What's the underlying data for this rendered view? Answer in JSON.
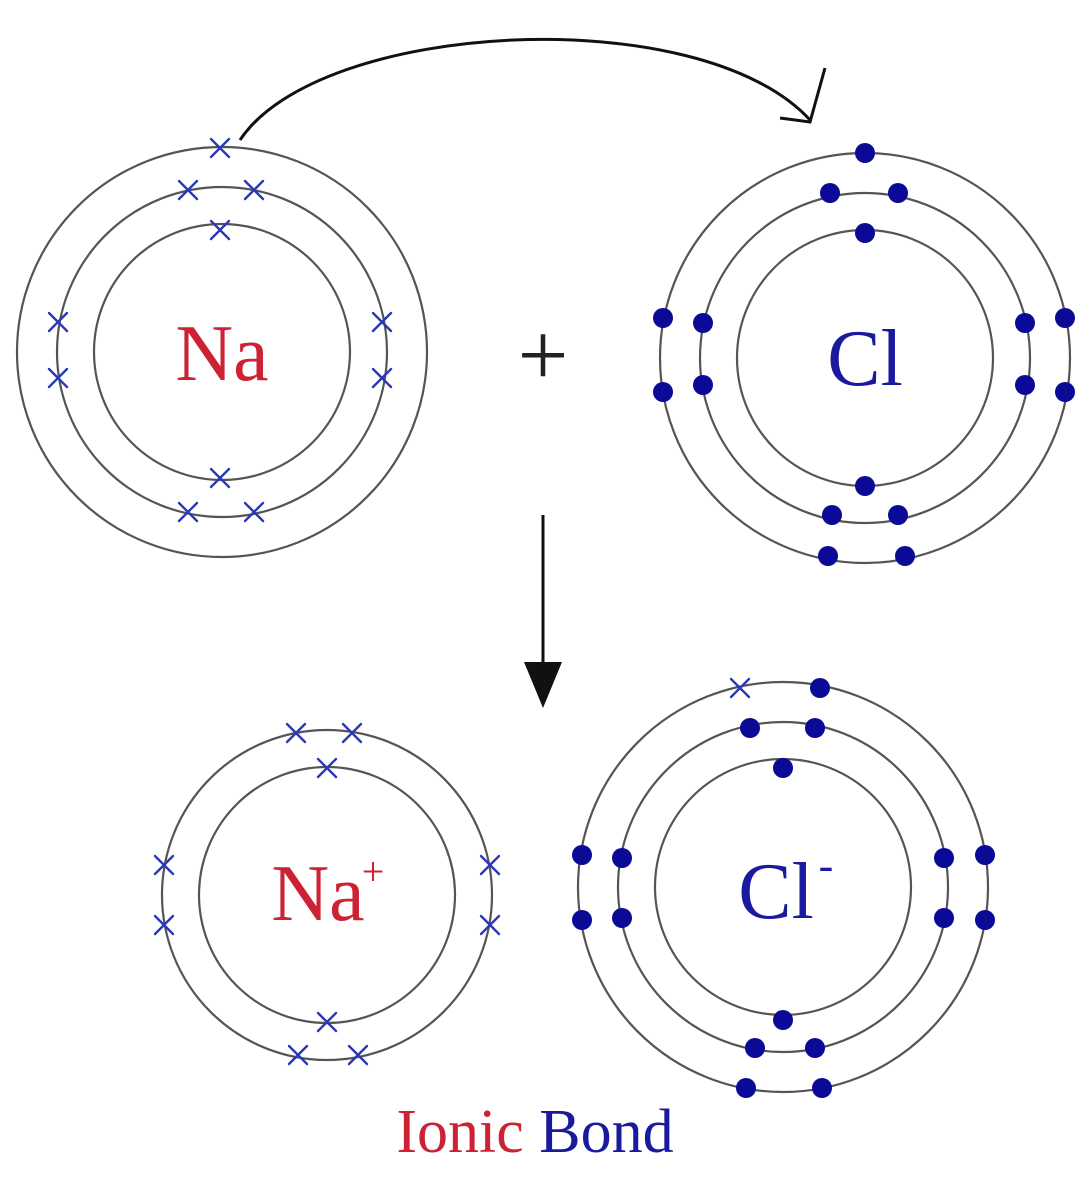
{
  "colors": {
    "sodium": "#cc2233",
    "chlorine": "#1a1a9e",
    "shell": "#555555",
    "na_electron": "#2b39b5",
    "cl_electron": "#0a0a96",
    "arrow": "#111111"
  },
  "reactants": {
    "sodium_label": "Na",
    "plus_sign": "+",
    "chlorine_label": "Cl"
  },
  "products": {
    "sodium_ion_label": "Na",
    "sodium_ion_charge": "+",
    "chloride_ion_label": "Cl",
    "chloride_ion_charge": "-"
  },
  "caption": {
    "word1": "Ionic",
    "word2": "Bond"
  }
}
